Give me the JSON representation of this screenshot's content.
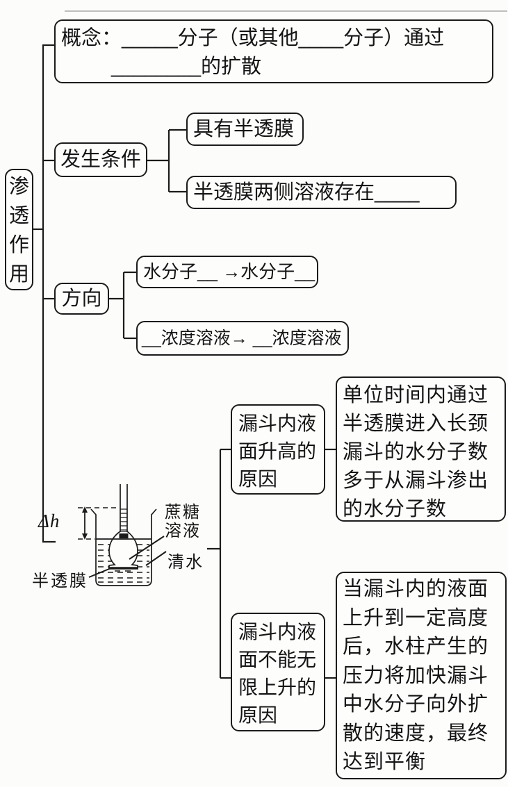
{
  "root": {
    "label": "渗透作用"
  },
  "concept": {
    "line1": "概念：_____分子（或其他____分子）通过",
    "line2": "________的扩散"
  },
  "conditions": {
    "label": "发生条件",
    "items": [
      "具有半透膜",
      "半透膜两侧溶液存在____"
    ]
  },
  "direction": {
    "label": "方向",
    "items": [
      "水分子__ →水分子__",
      "__浓度溶液→ __浓度溶液"
    ]
  },
  "figure": {
    "delta_h": "Δh",
    "sucrose": "蔗糖\n溶液",
    "water": "清水",
    "membrane": "半透膜"
  },
  "reasons": [
    {
      "label": "漏斗内液\n面升高的\n原因",
      "text": "单位时间内通过\n半透膜进入长颈\n漏斗的水分子数\n多于从漏斗渗出\n的水分子数"
    },
    {
      "label": "漏斗内液\n面不能无\n限上升的\n原因",
      "text": "当漏斗内的液面\n上升到一定高度\n后，水柱产生的\n压力将加快漏斗\n中水分子向外扩\n散的速度，最终\n达到平衡"
    }
  ],
  "colors": {
    "ink": "#1b1b1b",
    "paper": "#fcfcfa"
  }
}
